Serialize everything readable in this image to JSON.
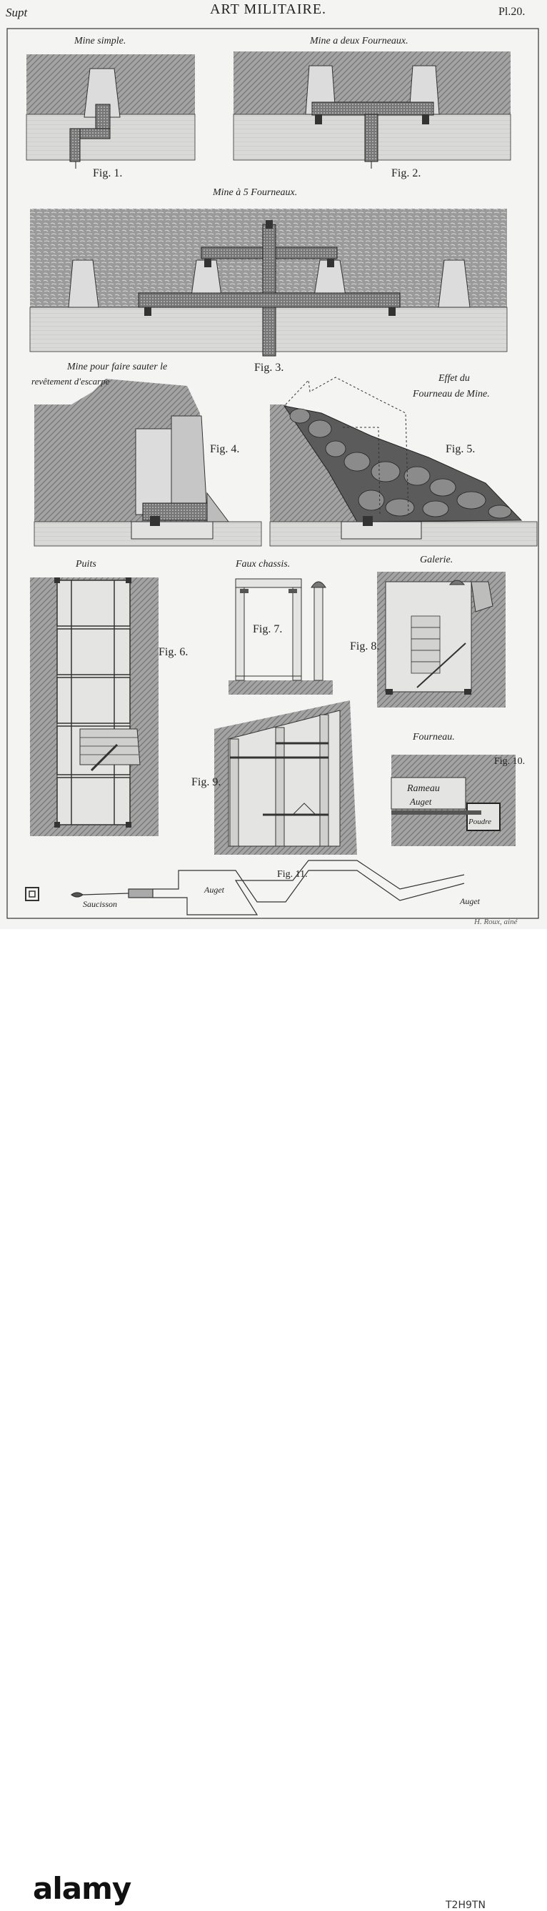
{
  "plate": {
    "header_left": "Supt",
    "header_title": "ART MILITAIRE.",
    "header_right": "Pl.20.",
    "engraver": "H. Roux, ainé"
  },
  "captions": {
    "mine_simple": "Mine simple.",
    "mine_deux": "Mine a deux Fourneaux.",
    "mine_cinq": "Mine à 5 Fourneaux.",
    "mine_sauter_1": "Mine pour faire sauter le",
    "mine_sauter_2": "revêtement           d'escarpe",
    "effet_1": "Effet du",
    "effet_2": "Fourneau de Mine.",
    "puits": "Puits",
    "faux_chassis": "Faux chassis.",
    "galerie": "Galerie.",
    "fourneau": "Fourneau.",
    "rameau": "Rameau",
    "auget": "Auget",
    "poudre": "Poudre",
    "saucisson": "Saucisson",
    "auget_a": "Auget",
    "auget_b": "Auget"
  },
  "figures": {
    "f1": "Fig. 1.",
    "f2": "Fig. 2.",
    "f3": "Fig. 3.",
    "f4": "Fig. 4.",
    "f5": "Fig. 5.",
    "f6": "Fig. 6.",
    "f7": "Fig. 7.",
    "f8": "Fig. 8.",
    "f9": "Fig. 9.",
    "f10": "Fig. 10.",
    "f11": "Fig. 11."
  },
  "watermark": {
    "logo": "alamy",
    "image_id": "T2H9TN"
  },
  "colors": {
    "paper": "#f4f4f2",
    "ink": "#222222",
    "earth": "#8c8c8c",
    "ground": "#d6d6d6"
  }
}
